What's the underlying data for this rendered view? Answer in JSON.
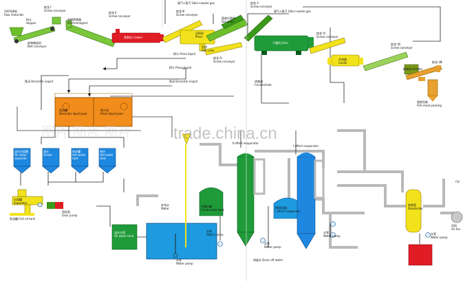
{
  "watermark": "trade.china.cn",
  "labels": {
    "raw": "100%原料\nRaw materials",
    "hopper": "料斗\nHopper",
    "belt": "皮带输送机\nBelt conveyor",
    "magnet": "电磁除铁器\nElectromagnet",
    "sc1": "绞龙 I\nScrew conveyor",
    "cooker": "蒸煮机 Cooker",
    "sc2top": "绞龙 Ⅱ\nScrew conveyor",
    "sc3": "绞龙 Ⅲ\nScrew conveyor",
    "odor1": "臭气+蒸汽 Odor+waste gas",
    "decanter": "固液分离机\nDecanter",
    "press": "压榨机\nPress",
    "fishcake": "鱼饼\nFish cake",
    "sc4": "绞龙 Ⅳ\nScrew conveyor",
    "sc5": "绞龙 V\nScrew conveyor",
    "odor2": "臭气+蒸汽 Odor+waste gas",
    "dryer": "干燥机 Drier",
    "sc6": "绞龙 Ⅵ\nScrew conveyor",
    "cooler": "冷却器\nCooler",
    "sc7": "绞龙 Ⅶ\nScrew conveyor",
    "sc8": "绞龙 Ⅷ",
    "grinder": "粉碎机 Grinder",
    "packing": "鱼粉包装\nFish meal packing",
    "pressliquid1": "榨汁 Press liquid",
    "pressliquid2": "榨汁 Press liquid",
    "decliq_top": "鱼汤 Decanter Liquid",
    "decliq_left": "鱼汤 Decanter Liquid",
    "concentrate": "浓缩液\nConcentrate",
    "tank1": "鱼汤罐\nDecanter liquid pool",
    "tank2": "榨汁池\nPress liquid pool",
    "oiltank": "油水分离槽\nOil water\nseparate",
    "fishoil": "鱼油罐\nFish oil tank",
    "steam1": "清水\nSteam",
    "hot": "热水罐\nHot water\ntank",
    "hot2": "热水\nHot water\ntank",
    "seps": "分离罐\nSeparator",
    "gearpump": "齿轮泵\nGear pump",
    "oilwater": "油水分离\nOil water tank",
    "makeup": "补充水\nWater",
    "evap1": "Ⅰ effect evaporator",
    "evap2": "Ⅱ effect evaporator",
    "i_effect": "Ⅰ effect evaporator",
    "cond": "Ⅰ效蒸发器\nⅠ effect evaporator",
    "condensate": "冷凝水罐\nCondensate tank",
    "pump1": "水泵\nWater pump",
    "pump2": "水泵\nWater pump",
    "pump3": "水泵\nWater pump",
    "pump4": "水泵\nWater pump",
    "drain": "排放水 Drain off water",
    "deodor": "除臭塔\nDeodorizer",
    "fan": "风机\nAir fan",
    "waterpump_r": "水泵\nWater pump",
    "fish": "Chi"
  }
}
